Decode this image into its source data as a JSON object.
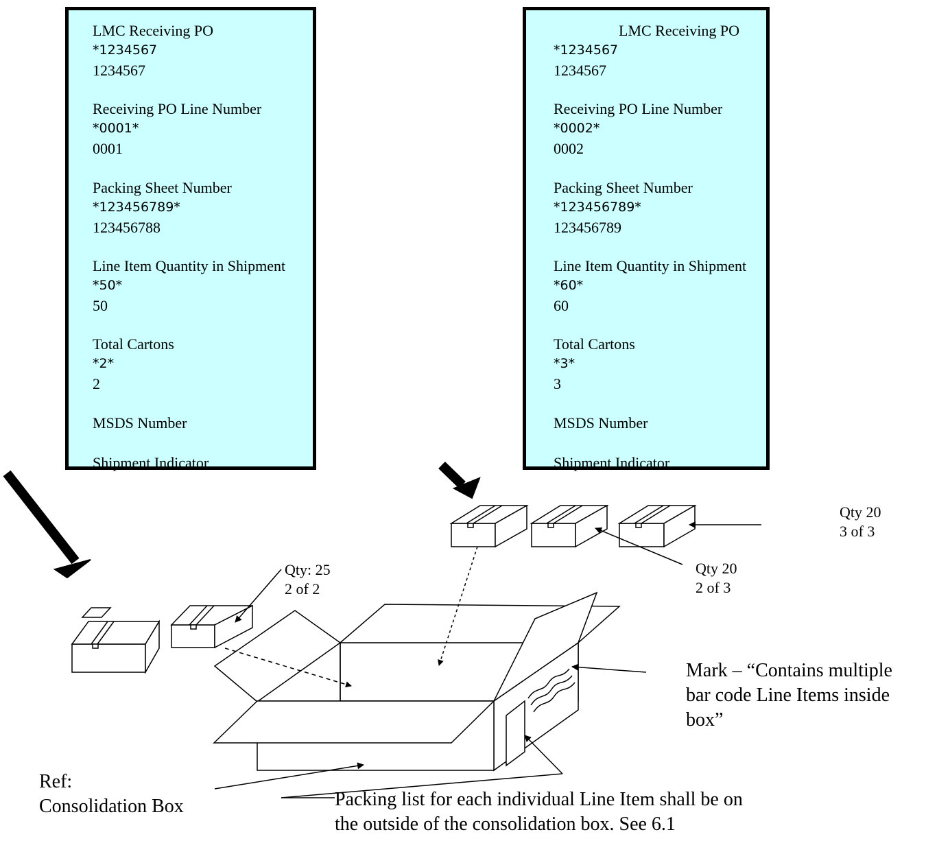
{
  "labels": {
    "left": {
      "po_title": "LMC Receiving PO",
      "po_barcode": "*1234567",
      "po_value": "1234567",
      "line_title": "Receiving PO Line Number",
      "line_barcode": "*0001*",
      "line_value": "0001",
      "sheet_title": "Packing Sheet Number",
      "sheet_barcode": "*123456789*",
      "sheet_value": "123456788",
      "qty_title": "Line Item Quantity in Shipment",
      "qty_barcode": "*50*",
      "qty_value": "50",
      "cartons_title": "Total Cartons",
      "cartons_barcode": "*2*",
      "cartons_value": "2",
      "msds_title": "MSDS Number",
      "ship_title": "Shipment Indicator"
    },
    "right": {
      "po_title": "LMC Receiving PO",
      "po_barcode": "*1234567",
      "po_value": "1234567",
      "line_title": "Receiving PO Line Number",
      "line_barcode": "*0002*",
      "line_value": "0002",
      "sheet_title": "Packing Sheet Number",
      "sheet_barcode": "*123456789*",
      "sheet_value": "123456789",
      "qty_title": "Line Item Quantity in Shipment",
      "qty_barcode": "*60*",
      "qty_value": "60",
      "cartons_title": "Total Cartons",
      "cartons_barcode": "*3*",
      "cartons_value": "3",
      "msds_title": "MSDS Number",
      "ship_title": "Shipment Indicator"
    }
  },
  "callouts": {
    "qty25_line1": "Qty: 25",
    "qty25_line2": "2 of 2",
    "qty20b_line1": "Qty 20",
    "qty20b_line2": "2 of 3",
    "qty20c_line1": "Qty 20",
    "qty20c_line2": "3 of 3",
    "mark_line1": "Mark – “Contains multiple",
    "mark_line2": "bar code Line Items inside",
    "mark_line3": "box”",
    "ref_line1": "Ref:",
    "ref_line2": "Consolidation Box",
    "packing_line1": "Packing list for each individual Line Item shall be on",
    "packing_line2": "the outside of the consolidation box.  See 6.1"
  },
  "colors": {
    "label_fill": "#ccffff",
    "ink": "#000000"
  }
}
